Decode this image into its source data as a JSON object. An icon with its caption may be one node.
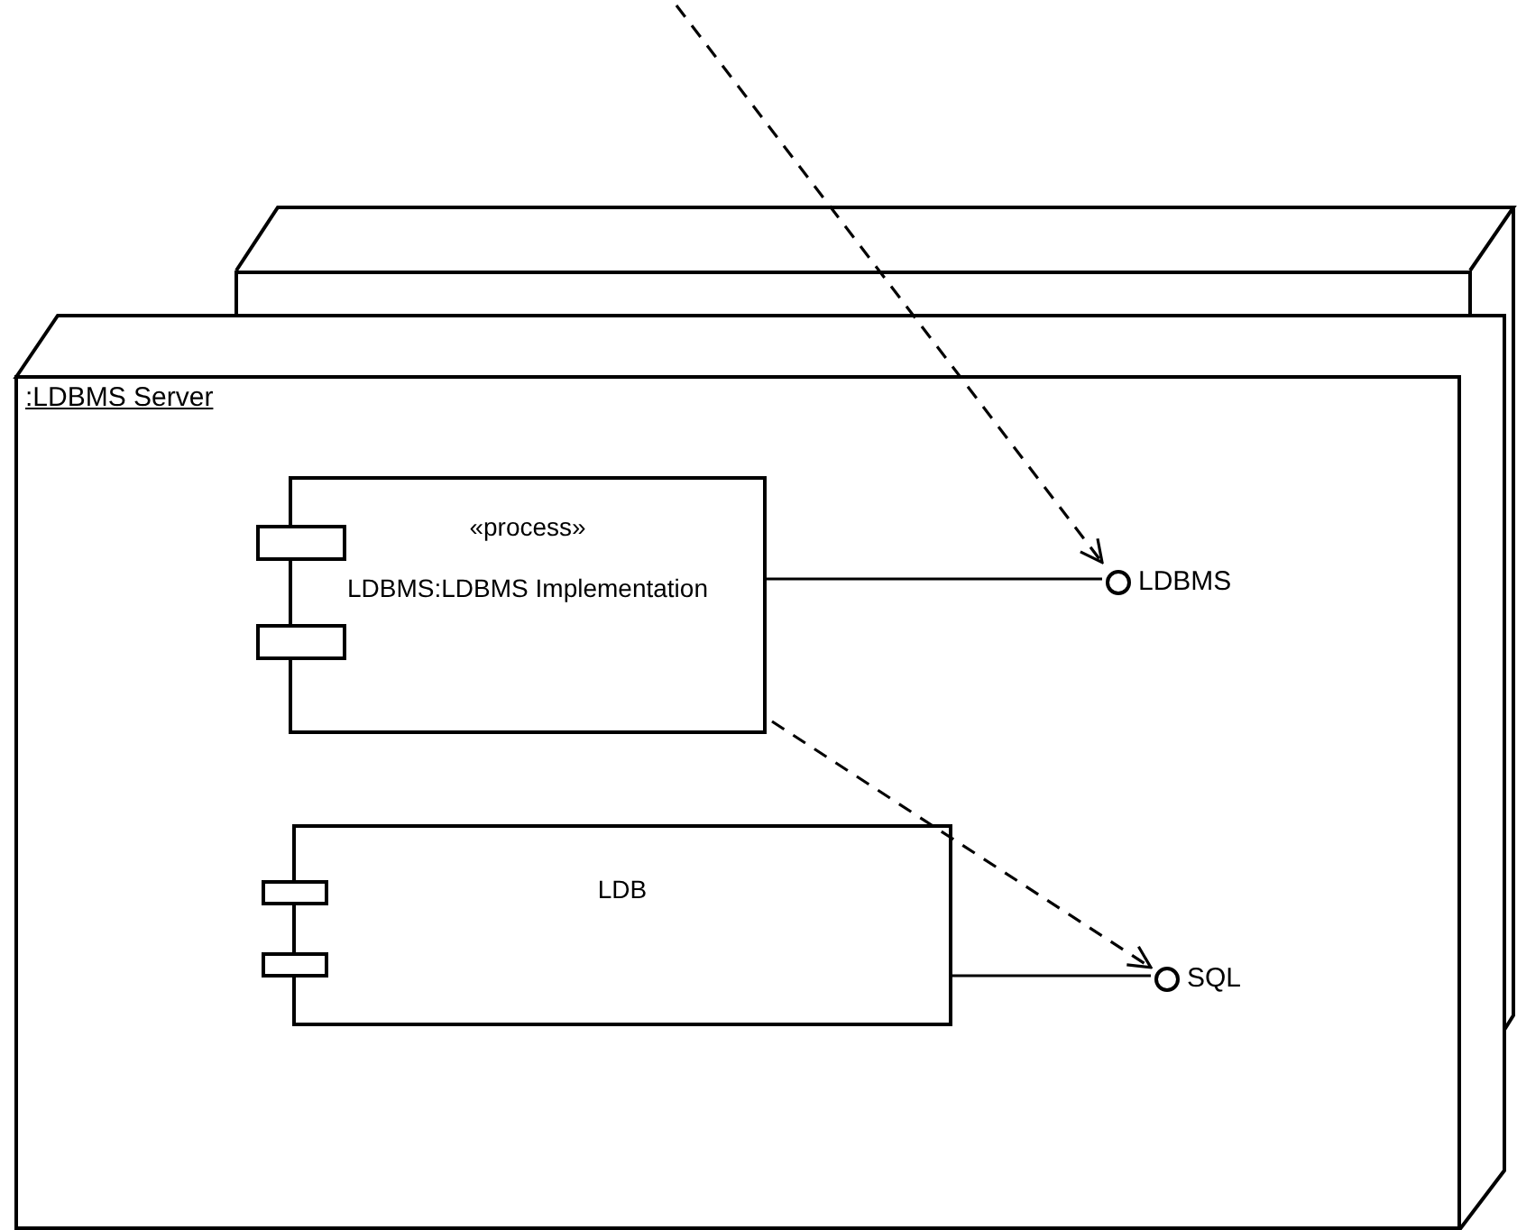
{
  "diagram": {
    "nodes": [
      {
        "text": [],
        "shape": "box"
      },
      {
        "text": [
          ":LDBMS Server"
        ]
      },
      {
        "text": [
          "«process»",
          "LDBMS:LDBMS Implementation"
        ],
        "in": 1
      },
      {
        "text": [
          "LDBMS"
        ],
        "in": 1
      },
      {
        "text": [
          "LDB"
        ],
        "in": 1
      },
      {
        "text": [
          "SQL"
        ],
        "in": 1
      }
    ],
    "edges": [
      {
        "from": null,
        "to": 3,
        "arrow": "to",
        "style": "dashed"
      },
      {
        "from": 2,
        "to": 3,
        "arrow": "none"
      },
      {
        "from": 2,
        "to": 5,
        "arrow": "to",
        "style": "dashed"
      },
      {
        "from": 4,
        "to": 5,
        "arrow": "none"
      }
    ]
  }
}
